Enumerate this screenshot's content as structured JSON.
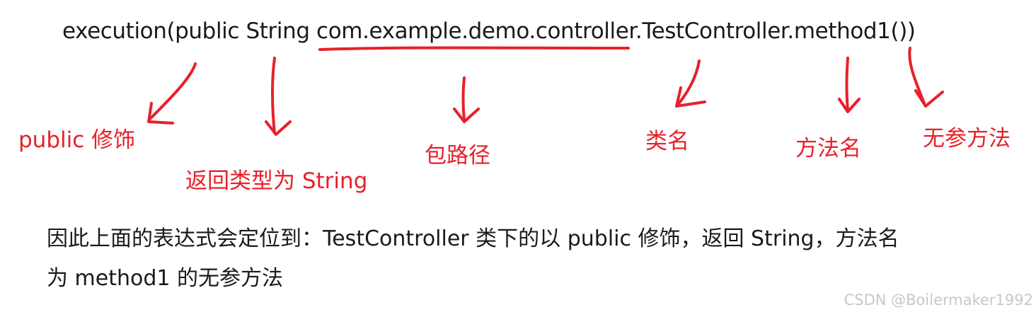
{
  "expression": "execution(public String com.example.demo.controller.TestController.method1())",
  "labels": {
    "modifier": "public 修饰",
    "return_type": "返回类型为 String",
    "package_path": "包路径",
    "class_name": "类名",
    "method_name": "方法名",
    "no_params": "无参方法"
  },
  "description": {
    "line1": "因此上面的表达式会定位到：TestController 类下的以 public 修饰，返回 String，方法名",
    "line2": "为 method1 的无参方法"
  },
  "watermark": "CSDN @Boilermaker1992",
  "colors": {
    "annotation": "#e8202a",
    "text": "#1a1a1a",
    "watermark": "#c8c8c8"
  }
}
